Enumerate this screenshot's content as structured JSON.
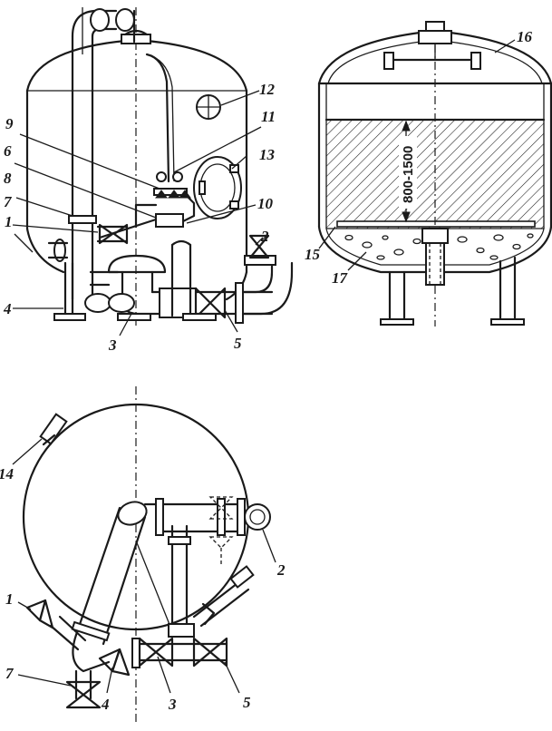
{
  "front_view": {
    "callouts": {
      "c1": "1",
      "c2": "2",
      "c3": "3",
      "c4": "4",
      "c5": "5",
      "c6": "6",
      "c7": "7",
      "c8": "8",
      "c9": "9",
      "c10": "10",
      "c11": "11",
      "c12": "12",
      "c13": "13"
    }
  },
  "section_view": {
    "callouts": {
      "c15": "15",
      "c16": "16",
      "c17": "17"
    },
    "height_dimension": "800-1500"
  },
  "plan_view": {
    "callouts": {
      "c1": "1",
      "c2": "2",
      "c3": "3",
      "c4": "4",
      "c5": "5",
      "c7": "7",
      "c14": "14"
    }
  }
}
